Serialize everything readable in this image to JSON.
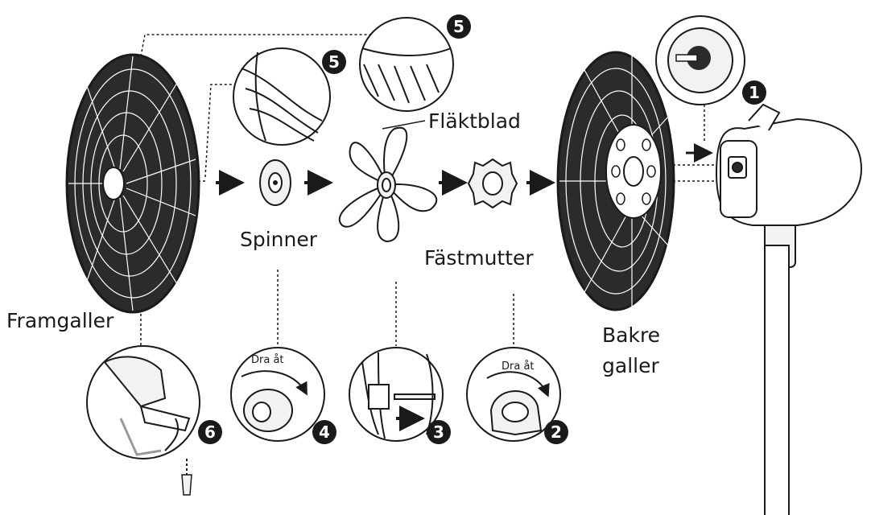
{
  "labels": {
    "front_grille": "Framgaller",
    "spinner": "Spinner",
    "fan_blade": "Fläktblad",
    "fixing_nut": "Fästmutter",
    "rear_grille_line1": "Bakre",
    "rear_grille_line2": "galler",
    "tighten_spinner": "Dra åt",
    "tighten_nut": "Dra åt"
  },
  "steps": {
    "rear_grille_mount": "1",
    "nut_tighten": "2",
    "blade_slide": "3",
    "spinner_tighten": "4",
    "grille_detail_left": "5",
    "grille_detail_right": "5",
    "clip_screw": "6"
  },
  "colors": {
    "ink": "#1a1a1a",
    "background": "#ffffff",
    "fill_light": "#f2f2f2"
  }
}
